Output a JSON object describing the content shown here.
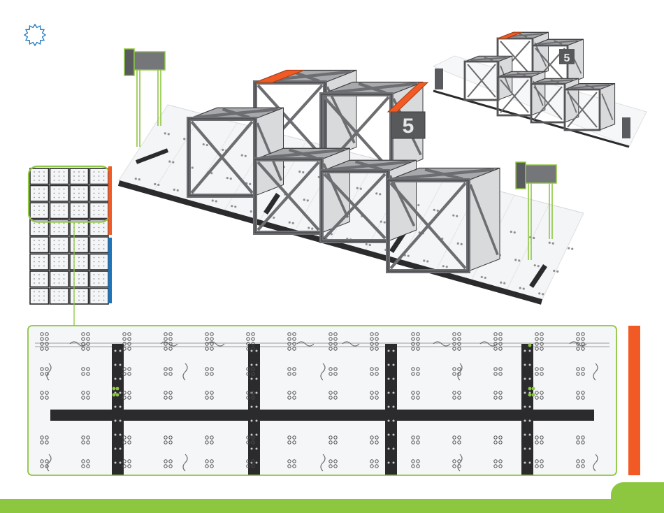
{
  "colors": {
    "accent_green": "#8dc63f",
    "accent_orange": "#f15a24",
    "accent_blue": "#1b75bc",
    "structure_gray": "#6d6e71",
    "structure_dark": "#3c3c3e",
    "tile_base": "#f4f5f6",
    "tile_stripe": "#2b2b2d",
    "line_gray": "#9a9ca0"
  },
  "icons": {
    "corner": "gear-outline-icon"
  },
  "goals": {
    "left_count": 2,
    "right_count": 2,
    "label_digit": "5"
  },
  "tile_legend": {
    "columns": 4,
    "rows": 8,
    "highlight_rows": 3,
    "bar_split": [
      0.5,
      0.5
    ]
  },
  "floor_plan": {
    "tiles": 4,
    "hole_clusters_per_tile": 8
  }
}
